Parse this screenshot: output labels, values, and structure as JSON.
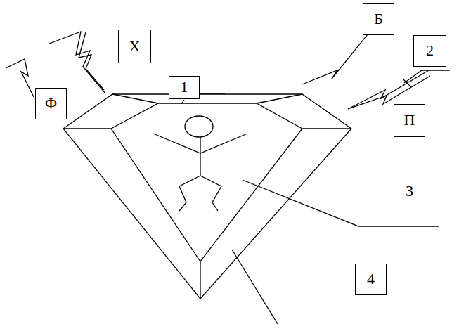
{
  "diagram": {
    "nodes": [
      {
        "text": [
          "Б"
        ]
      },
      {
        "text": [
          "Х"
        ]
      },
      {
        "text": [
          "2"
        ]
      },
      {
        "text": [
          "1"
        ]
      },
      {
        "text": [
          "Ф"
        ]
      },
      {
        "text": [
          "П"
        ]
      },
      {
        "text": [
          "3"
        ]
      },
      {
        "text": [
          "4"
        ]
      }
    ]
  }
}
